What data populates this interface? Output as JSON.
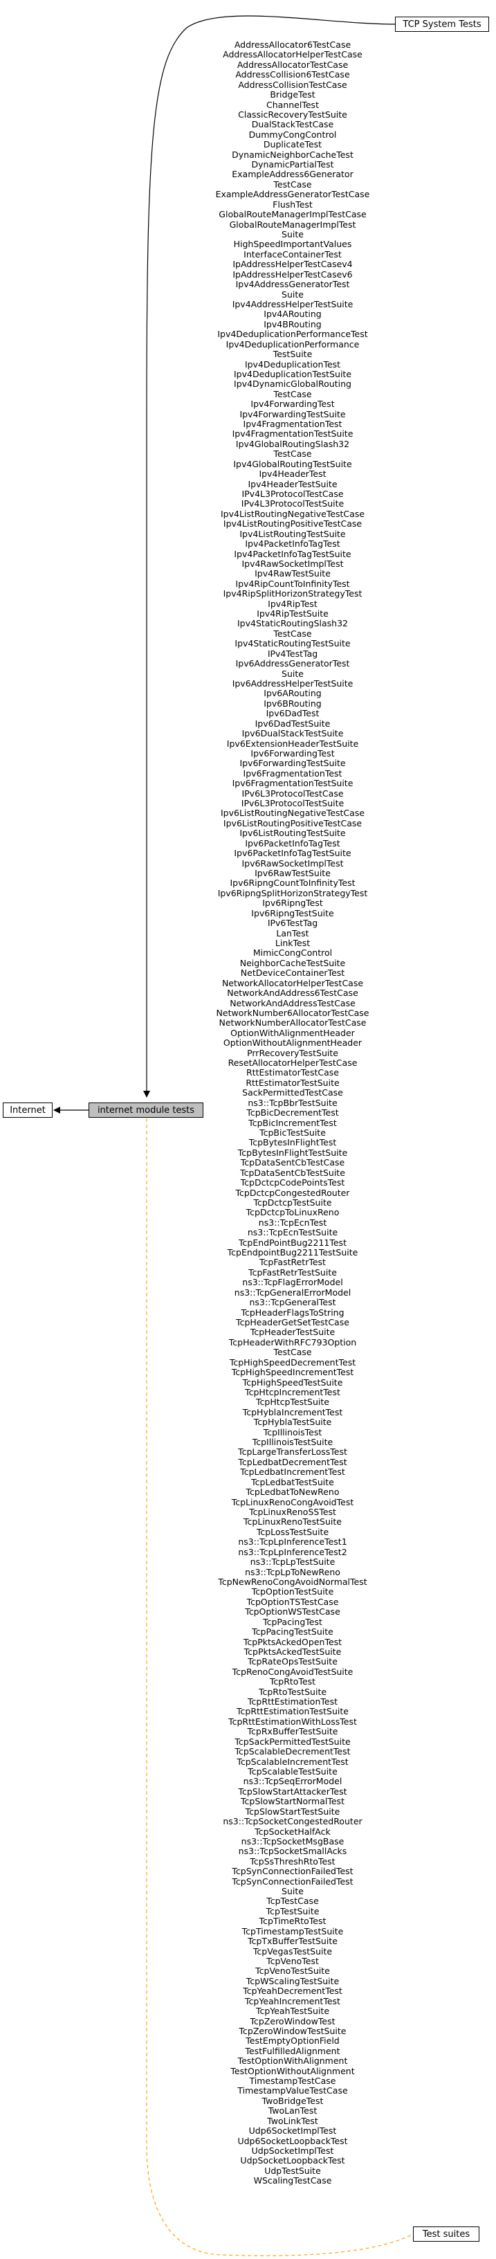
{
  "nodes": {
    "tcp_system_tests": "TCP System Tests",
    "internet": "Internet",
    "internet_module_tests": "internet module tests",
    "test_suites": "Test suites"
  },
  "colors": {
    "edge_solid": "#000000",
    "edge_dashed": "#ffa500",
    "highlight_node_fill": "#bfbfbf"
  },
  "edge_label_lines": [
    "AddressAllocator6TestCase",
    "AddressAllocatorHelperTestCase",
    "AddressAllocatorTestCase",
    "AddressCollision6TestCase",
    "AddressCollisionTestCase",
    "BridgeTest",
    "ChannelTest",
    "ClassicRecoveryTestSuite",
    "DualStackTestCase",
    "DummyCongControl",
    "DuplicateTest",
    "DynamicNeighborCacheTest",
    "DynamicPartialTest",
    "ExampleAddress6Generator",
    "TestCase",
    "ExampleAddressGeneratorTestCase",
    "FlushTest",
    "GlobalRouteManagerImplTestCase",
    "GlobalRouteManagerImplTest",
    "Suite",
    "HighSpeedImportantValues",
    "InterfaceContainerTest",
    "IpAddressHelperTestCasev4",
    "IpAddressHelperTestCasev6",
    "Ipv4AddressGeneratorTest",
    "Suite",
    "Ipv4AddressHelperTestSuite",
    "Ipv4ARouting",
    "Ipv4BRouting",
    "Ipv4DeduplicationPerformanceTest",
    "Ipv4DeduplicationPerformance",
    "TestSuite",
    "Ipv4DeduplicationTest",
    "Ipv4DeduplicationTestSuite",
    "Ipv4DynamicGlobalRouting",
    "TestCase",
    "Ipv4ForwardingTest",
    "Ipv4ForwardingTestSuite",
    "Ipv4FragmentationTest",
    "Ipv4FragmentationTestSuite",
    "Ipv4GlobalRoutingSlash32",
    "TestCase",
    "Ipv4GlobalRoutingTestSuite",
    "Ipv4HeaderTest",
    "Ipv4HeaderTestSuite",
    "IPv4L3ProtocolTestCase",
    "IPv4L3ProtocolTestSuite",
    "Ipv4ListRoutingNegativeTestCase",
    "Ipv4ListRoutingPositiveTestCase",
    "Ipv4ListRoutingTestSuite",
    "Ipv4PacketInfoTagTest",
    "Ipv4PacketInfoTagTestSuite",
    "Ipv4RawSocketImplTest",
    "Ipv4RawTestSuite",
    "Ipv4RipCountToInfinityTest",
    "Ipv4RipSplitHorizonStrategyTest",
    "Ipv4RipTest",
    "Ipv4RipTestSuite",
    "Ipv4StaticRoutingSlash32",
    "TestCase",
    "Ipv4StaticRoutingTestSuite",
    "IPv4TestTag",
    "Ipv6AddressGeneratorTest",
    "Suite",
    "Ipv6AddressHelperTestSuite",
    "Ipv6ARouting",
    "Ipv6BRouting",
    "Ipv6DadTest",
    "Ipv6DadTestSuite",
    "Ipv6DualStackTestSuite",
    "Ipv6ExtensionHeaderTestSuite",
    "Ipv6ForwardingTest",
    "Ipv6ForwardingTestSuite",
    "Ipv6FragmentationTest",
    "Ipv6FragmentationTestSuite",
    "IPv6L3ProtocolTestCase",
    "IPv6L3ProtocolTestSuite",
    "Ipv6ListRoutingNegativeTestCase",
    "Ipv6ListRoutingPositiveTestCase",
    "Ipv6ListRoutingTestSuite",
    "Ipv6PacketInfoTagTest",
    "Ipv6PacketInfoTagTestSuite",
    "Ipv6RawSocketImplTest",
    "Ipv6RawTestSuite",
    "Ipv6RipngCountToInfinityTest",
    "Ipv6RipngSplitHorizonStrategyTest",
    "Ipv6RipngTest",
    "Ipv6RipngTestSuite",
    "IPv6TestTag",
    "LanTest",
    "LinkTest",
    "MimicCongControl",
    "NeighborCacheTestSuite",
    "NetDeviceContainerTest",
    "NetworkAllocatorHelperTestCase",
    "NetworkAndAddress6TestCase",
    "NetworkAndAddressTestCase",
    "NetworkNumber6AllocatorTestCase",
    "NetworkNumberAllocatorTestCase",
    "OptionWithAlignmentHeader",
    "OptionWithoutAlignmentHeader",
    "PrrRecoveryTestSuite",
    "ResetAllocatorHelperTestCase",
    "RttEstimatorTestCase",
    "RttEstimatorTestSuite",
    "SackPermittedTestCase",
    "ns3::TcpBbrTestSuite",
    "TcpBicDecrementTest",
    "TcpBicIncrementTest",
    "TcpBicTestSuite",
    "TcpBytesInFlightTest",
    "TcpBytesInFlightTestSuite",
    "TcpDataSentCbTestCase",
    "TcpDataSentCbTestSuite",
    "TcpDctcpCodePointsTest",
    "TcpDctcpCongestedRouter",
    "TcpDctcpTestSuite",
    "TcpDctcpToLinuxReno",
    "ns3::TcpEcnTest",
    "ns3::TcpEcnTestSuite",
    "TcpEndPointBug2211Test",
    "TcpEndpointBug2211TestSuite",
    "TcpFastRetrTest",
    "TcpFastRetrTestSuite",
    "ns3::TcpFlagErrorModel",
    "ns3::TcpGeneralErrorModel",
    "ns3::TcpGeneralTest",
    "TcpHeaderFlagsToString",
    "TcpHeaderGetSetTestCase",
    "TcpHeaderTestSuite",
    "TcpHeaderWithRFC793Option",
    "TestCase",
    "TcpHighSpeedDecrementTest",
    "TcpHighSpeedIncrementTest",
    "TcpHighSpeedTestSuite",
    "TcpHtcpIncrementTest",
    "TcpHtcpTestSuite",
    "TcpHyblaIncrementTest",
    "TcpHyblaTestSuite",
    "TcpIllinoisTest",
    "TcpIllinoisTestSuite",
    "TcpLargeTransferLossTest",
    "TcpLedbatDecrementTest",
    "TcpLedbatIncrementTest",
    "TcpLedbatTestSuite",
    "TcpLedbatToNewReno",
    "TcpLinuxRenoCongAvoidTest",
    "TcpLinuxRenoSSTest",
    "TcpLinuxRenoTestSuite",
    "TcpLossTestSuite",
    "ns3::TcpLpInferenceTest1",
    "ns3::TcpLpInferenceTest2",
    "ns3::TcpLpTestSuite",
    "ns3::TcpLpToNewReno",
    "TcpNewRenoCongAvoidNormalTest",
    "TcpOptionTestSuite",
    "TcpOptionTSTestCase",
    "TcpOptionWSTestCase",
    "TcpPacingTest",
    "TcpPacingTestSuite",
    "TcpPktsAckedOpenTest",
    "TcpPktsAckedTestSuite",
    "TcpRateOpsTestSuite",
    "TcpRenoCongAvoidTestSuite",
    "TcpRtoTest",
    "TcpRtoTestSuite",
    "TcpRttEstimationTest",
    "TcpRttEstimationTestSuite",
    "TcpRttEstimationWithLossTest",
    "TcpRxBufferTestSuite",
    "TcpSackPermittedTestSuite",
    "TcpScalableDecrementTest",
    "TcpScalableIncrementTest",
    "TcpScalableTestSuite",
    "ns3::TcpSeqErrorModel",
    "TcpSlowStartAttackerTest",
    "TcpSlowStartNormalTest",
    "TcpSlowStartTestSuite",
    "ns3::TcpSocketCongestedRouter",
    "TcpSocketHalfAck",
    "ns3::TcpSocketMsgBase",
    "ns3::TcpSocketSmallAcks",
    "TcpSsThreshRtoTest",
    "TcpSynConnectionFailedTest",
    "TcpSynConnectionFailedTest",
    "Suite",
    "TcpTestCase",
    "TcpTestSuite",
    "TcpTimeRtoTest",
    "TcpTimestampTestSuite",
    "TcpTxBufferTestSuite",
    "TcpVegasTestSuite",
    "TcpVenoTest",
    "TcpVenoTestSuite",
    "TcpWScalingTestSuite",
    "TcpYeahDecrementTest",
    "TcpYeahIncrementTest",
    "TcpYeahTestSuite",
    "TcpZeroWindowTest",
    "TcpZeroWindowTestSuite",
    "TestEmptyOptionField",
    "TestFulfilledAlignment",
    "TestOptionWithAlignment",
    "TestOptionWithoutAlignment",
    "TimestampTestCase",
    "TimestampValueTestCase",
    "TwoBridgeTest",
    "TwoLanTest",
    "TwoLinkTest",
    "Udp6SocketImplTest",
    "Udp6SocketLoopbackTest",
    "UdpSocketImplTest",
    "UdpSocketLoopbackTest",
    "UdpTestSuite",
    "WScalingTestCase"
  ]
}
